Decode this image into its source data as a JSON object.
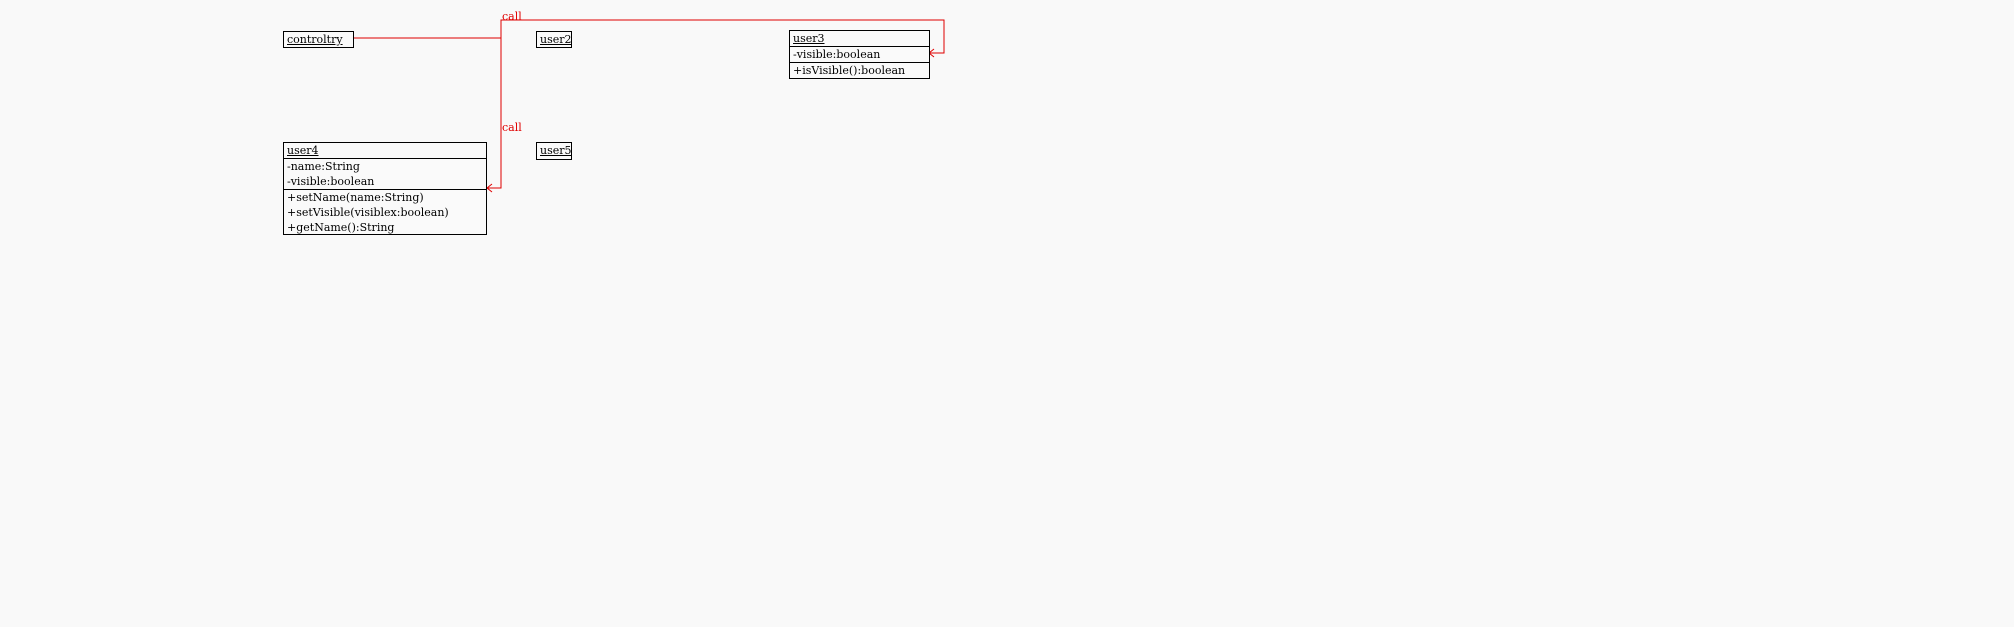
{
  "colors": {
    "background": "#f9f9f9",
    "connector": "#e00000",
    "box_border": "#000000"
  },
  "classes": {
    "controltry": {
      "name": "controltry",
      "attributes": [],
      "methods": []
    },
    "user2": {
      "name": "user2",
      "attributes": [],
      "methods": []
    },
    "user3": {
      "name": "user3",
      "attributes": [
        "-visible:boolean"
      ],
      "methods": [
        "+isVisible():boolean"
      ]
    },
    "user4": {
      "name": "user4",
      "attributes": [
        "-name:String",
        "-visible:boolean"
      ],
      "methods": [
        "+setName(name:String)",
        "+setVisible(visiblex:boolean)",
        "+getName():String"
      ]
    },
    "user5": {
      "name": "user5",
      "attributes": [],
      "methods": []
    }
  },
  "connectors": [
    {
      "from": "controltry",
      "to": "user3",
      "label": "call"
    },
    {
      "from": "controltry",
      "to": "user4",
      "label": "call"
    }
  ]
}
